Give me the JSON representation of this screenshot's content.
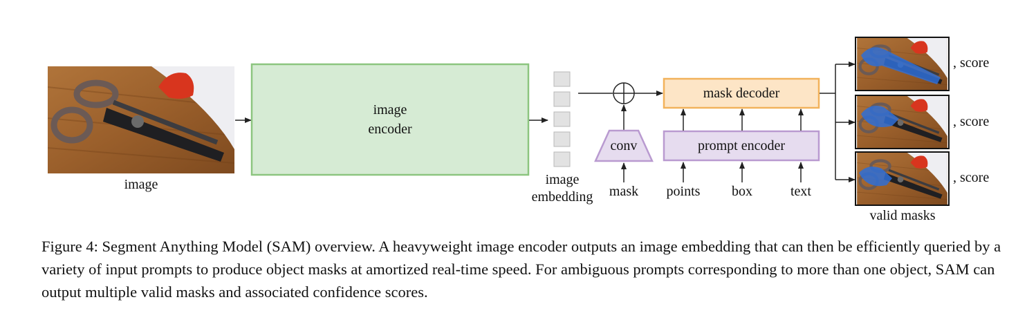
{
  "input_image": {
    "label": "image"
  },
  "image_encoder": {
    "label_line1": "image",
    "label_line2": "encoder",
    "fill": "#d6ebd4",
    "stroke": "#8cc57f"
  },
  "image_embedding": {
    "label_line1": "image",
    "label_line2": "embedding"
  },
  "conv": {
    "label": "conv",
    "fill": "#e6dcef",
    "stroke": "#b99ad0"
  },
  "mask_decoder": {
    "label": "mask decoder",
    "fill": "#fde5c6",
    "stroke": "#f2b25b"
  },
  "prompt_encoder": {
    "label": "prompt encoder",
    "fill": "#e6dcef",
    "stroke": "#b99ad0"
  },
  "prompts": {
    "mask": "mask",
    "points": "points",
    "box": "box",
    "text": "text"
  },
  "outputs": {
    "scores": [
      ", score",
      ", score",
      ", score"
    ],
    "label": "valid masks",
    "mask_color": "#2f6fd6"
  },
  "caption": {
    "text": "Figure 4: Segment Anything Model (SAM) overview. A heavyweight image encoder outputs an image embedding that can then be efficiently queried by a variety of input prompts to produce object masks at amortized real-time speed. For ambiguous prompts corresponding to more than one object, SAM can output multiple valid masks and associated confidence scores."
  }
}
